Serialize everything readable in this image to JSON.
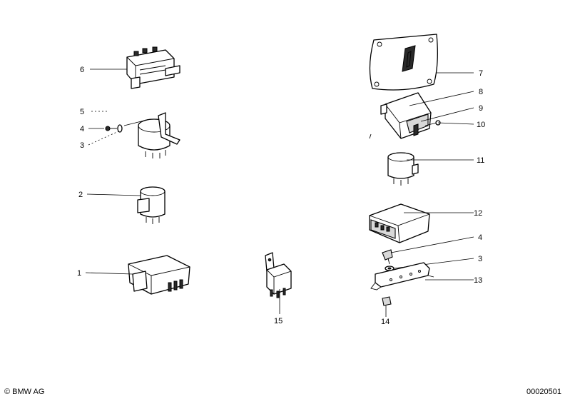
{
  "callouts": {
    "c1": "1",
    "c2": "2",
    "c3a": "3",
    "c4a": "4",
    "c5": "5",
    "c6": "6",
    "c7": "7",
    "c8": "8",
    "c9": "9",
    "c10": "10",
    "c11": "11",
    "c12": "12",
    "c4b": "4",
    "c3b": "3",
    "c13": "13",
    "c14": "14",
    "c15": "15"
  },
  "footer": {
    "copyright": "© BMW AG",
    "diagram_number": "00020501"
  }
}
